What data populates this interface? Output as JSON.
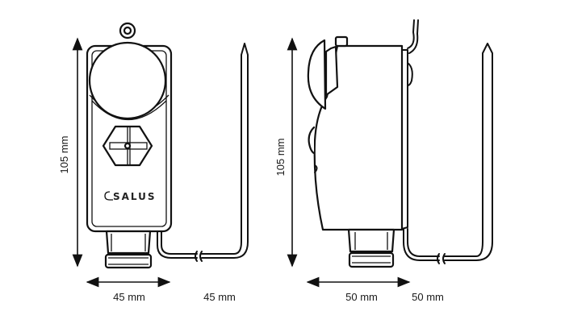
{
  "brand_logo": "SALUS",
  "front_view": {
    "height_label": "105 mm",
    "width_label": "45 mm",
    "probe_label": "45 mm"
  },
  "side_view": {
    "height_label": "105 mm",
    "depth_label": "50 mm",
    "probe_label": "50 mm"
  }
}
